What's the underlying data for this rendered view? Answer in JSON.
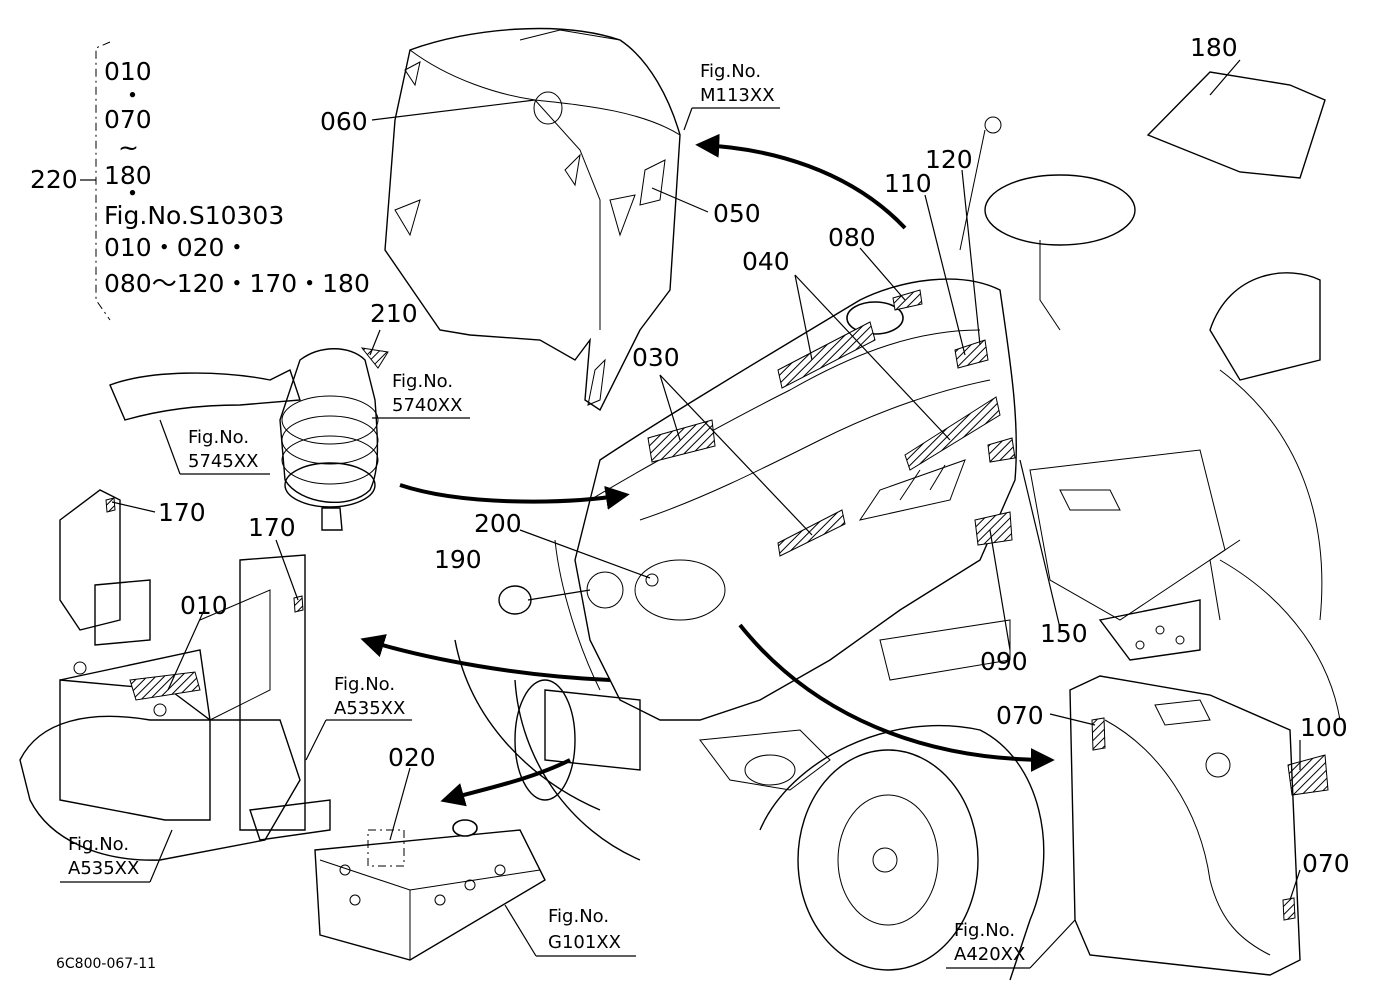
{
  "legend": {
    "callout": "220",
    "lines": [
      "010",
      "・",
      "070",
      "~",
      "180",
      "・",
      "Fig.No.S10303",
      "010・020・",
      "080～120・170・180"
    ]
  },
  "callouts": {
    "c010": "010",
    "c020": "020",
    "c030": "030",
    "c040": "040",
    "c050": "050",
    "c060": "060",
    "c070a": "070",
    "c070b": "070",
    "c080": "080",
    "c090": "090",
    "c100": "100",
    "c110": "110",
    "c120": "120",
    "c150": "150",
    "c170a": "170",
    "c170b": "170",
    "c180": "180",
    "c190": "190",
    "c200": "200",
    "c210": "210"
  },
  "fig_refs": {
    "m113": {
      "label": "Fig.No.",
      "code": "M113XX"
    },
    "f5740": {
      "label": "Fig.No.",
      "code": "5740XX"
    },
    "f5745": {
      "label": "Fig.No.",
      "code": "5745XX"
    },
    "a535a": {
      "label": "Fig.No.",
      "code": "A535XX"
    },
    "a535b": {
      "label": "Fig.No.",
      "code": "A535XX"
    },
    "g101": {
      "label": "Fig.No.",
      "code": "G101XX"
    },
    "a420": {
      "label": "Fig.No.",
      "code": "A420XX"
    }
  },
  "drawing_code": "6C800-067-11"
}
